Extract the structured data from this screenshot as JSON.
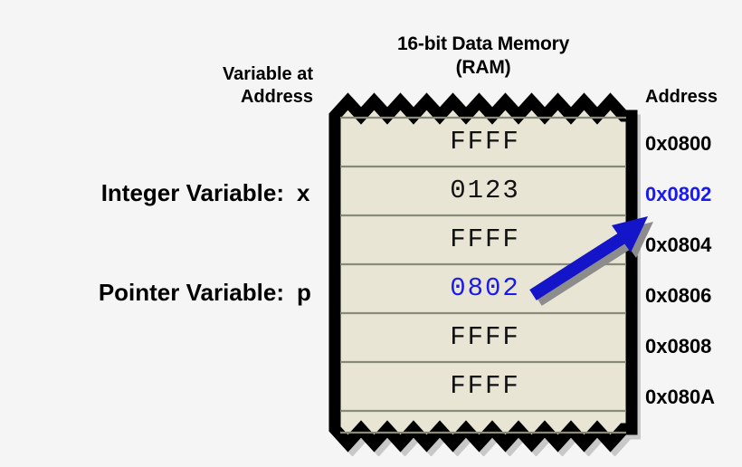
{
  "diagram": {
    "title_line1": "16-bit Data Memory",
    "title_line2": "(RAM)",
    "header_left_line1": "Variable at",
    "header_left_line2": "Address",
    "header_right": "Address",
    "colors": {
      "background": "#f5f5f5",
      "ram_fill": "#e8e5d5",
      "ram_border": "#000000",
      "cell_rule": "#8a8a7a",
      "highlight_blue": "#1a1aee",
      "arrow_blue": "#1414c8",
      "arrow_shadow": "#808080",
      "text": "#000000"
    }
  },
  "variables": [
    {
      "label": "Integer Variable:",
      "name": "x",
      "row": 1
    },
    {
      "label": "Pointer Variable:",
      "name": "p",
      "row": 3
    }
  ],
  "memory": {
    "rows": [
      {
        "value": "FFFF",
        "address": "0x0800",
        "value_highlighted": false,
        "address_highlighted": false
      },
      {
        "value": "0123",
        "address": "0x0802",
        "value_highlighted": false,
        "address_highlighted": true
      },
      {
        "value": "FFFF",
        "address": "0x0804",
        "value_highlighted": false,
        "address_highlighted": false
      },
      {
        "value": "0802",
        "address": "0x0806",
        "value_highlighted": true,
        "address_highlighted": false
      },
      {
        "value": "FFFF",
        "address": "0x0808",
        "value_highlighted": false,
        "address_highlighted": false
      },
      {
        "value": "FFFF",
        "address": "0x080A",
        "value_highlighted": false,
        "address_highlighted": false
      }
    ]
  },
  "annotation": {
    "arrow": {
      "description": "pointer-value-to-address-arrow",
      "from_value": "0802",
      "to_address": "0x0802"
    }
  }
}
